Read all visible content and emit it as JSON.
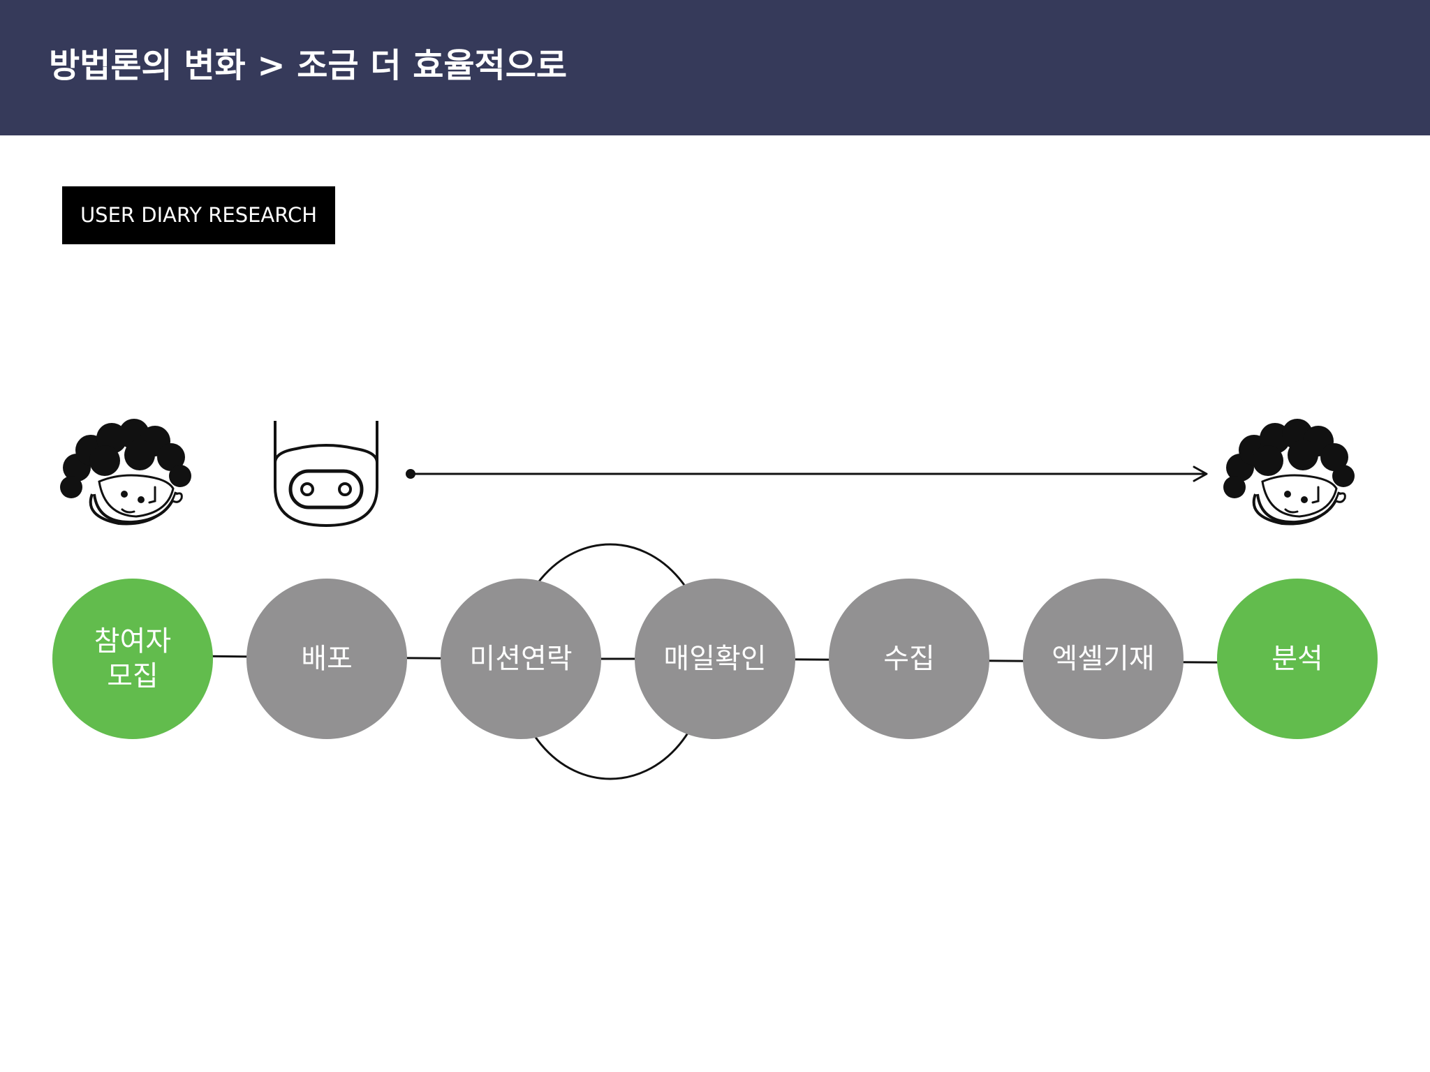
{
  "header": {
    "title": "방법론의 변화 > 조금 더 효율적으로",
    "background_color": "#363a5a"
  },
  "section_label": "USER DIARY RESEARCH",
  "actors": {
    "start_person": "person-icon",
    "bot": "robot-icon",
    "end_person": "person-icon"
  },
  "steps": [
    {
      "lines": [
        "참여자",
        "모집"
      ],
      "color": "#62bc4d"
    },
    {
      "lines": [
        "배포"
      ],
      "color": "#929192"
    },
    {
      "lines": [
        "미션연락"
      ],
      "color": "#929192"
    },
    {
      "lines": [
        "매일확인"
      ],
      "color": "#929192"
    },
    {
      "lines": [
        "수집"
      ],
      "color": "#929192"
    },
    {
      "lines": [
        "엑셀기재"
      ],
      "color": "#929192"
    },
    {
      "lines": [
        "분석"
      ],
      "color": "#62bc4d"
    }
  ],
  "colors": {
    "accent_green": "#62bc4d",
    "step_gray": "#929192"
  }
}
